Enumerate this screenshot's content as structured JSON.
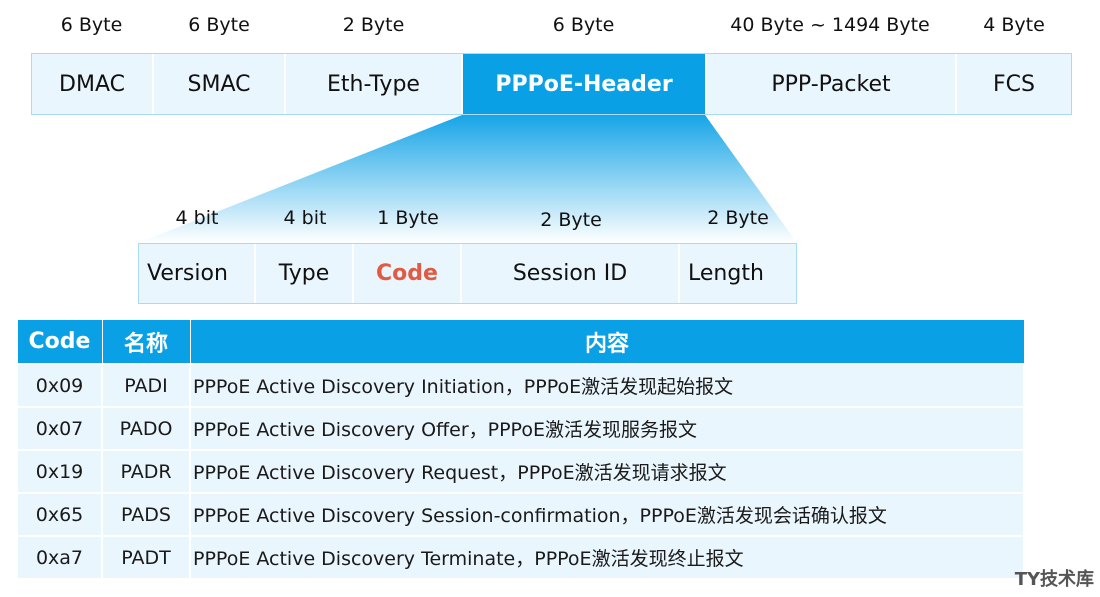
{
  "frame": {
    "sizes": [
      "6 Byte",
      "6 Byte",
      "2 Byte",
      "6 Byte",
      "40 Byte ~ 1494 Byte",
      "4 Byte"
    ],
    "fields": [
      "DMAC",
      "SMAC",
      "Eth-Type",
      "PPPoE-Header",
      "PPP-Packet",
      "FCS"
    ]
  },
  "header": {
    "sizes": [
      "4 bit",
      "4 bit",
      "1 Byte",
      "2 Byte",
      "2 Byte"
    ],
    "fields": [
      "Version",
      "Type",
      "Code",
      "Session ID",
      "Length"
    ]
  },
  "table": {
    "columns": [
      "Code",
      "名称",
      "内容"
    ],
    "rows": [
      {
        "code": "0x09",
        "name": "PADI",
        "content": "PPPoE Active Discovery Initiation，PPPoE激活发现起始报文"
      },
      {
        "code": "0x07",
        "name": "PADO",
        "content": "PPPoE Active Discovery Offer，PPPoE激活发现服务报文"
      },
      {
        "code": "0x19",
        "name": "PADR",
        "content": "PPPoE Active Discovery Request，PPPoE激活发现请求报文"
      },
      {
        "code": "0x65",
        "name": "PADS",
        "content": "PPPoE Active Discovery Session-confirmation，PPPoE激活发现会话确认报文"
      },
      {
        "code": "0xa7",
        "name": "PADT",
        "content": "PPPoE Active Discovery Terminate，PPPoE激活发现终止报文"
      }
    ]
  },
  "watermark": "TY技术库",
  "colors": {
    "accent": "#0aa0e6",
    "cell_bg": "#eaf6fd",
    "code_highlight": "#e05a44"
  }
}
